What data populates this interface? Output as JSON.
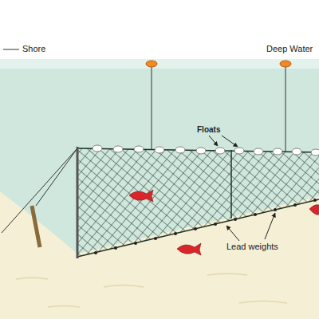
{
  "diagram": {
    "labels": [
      "Shore",
      "Deep Water",
      "Floats",
      "Lead weights"
    ]
  }
}
